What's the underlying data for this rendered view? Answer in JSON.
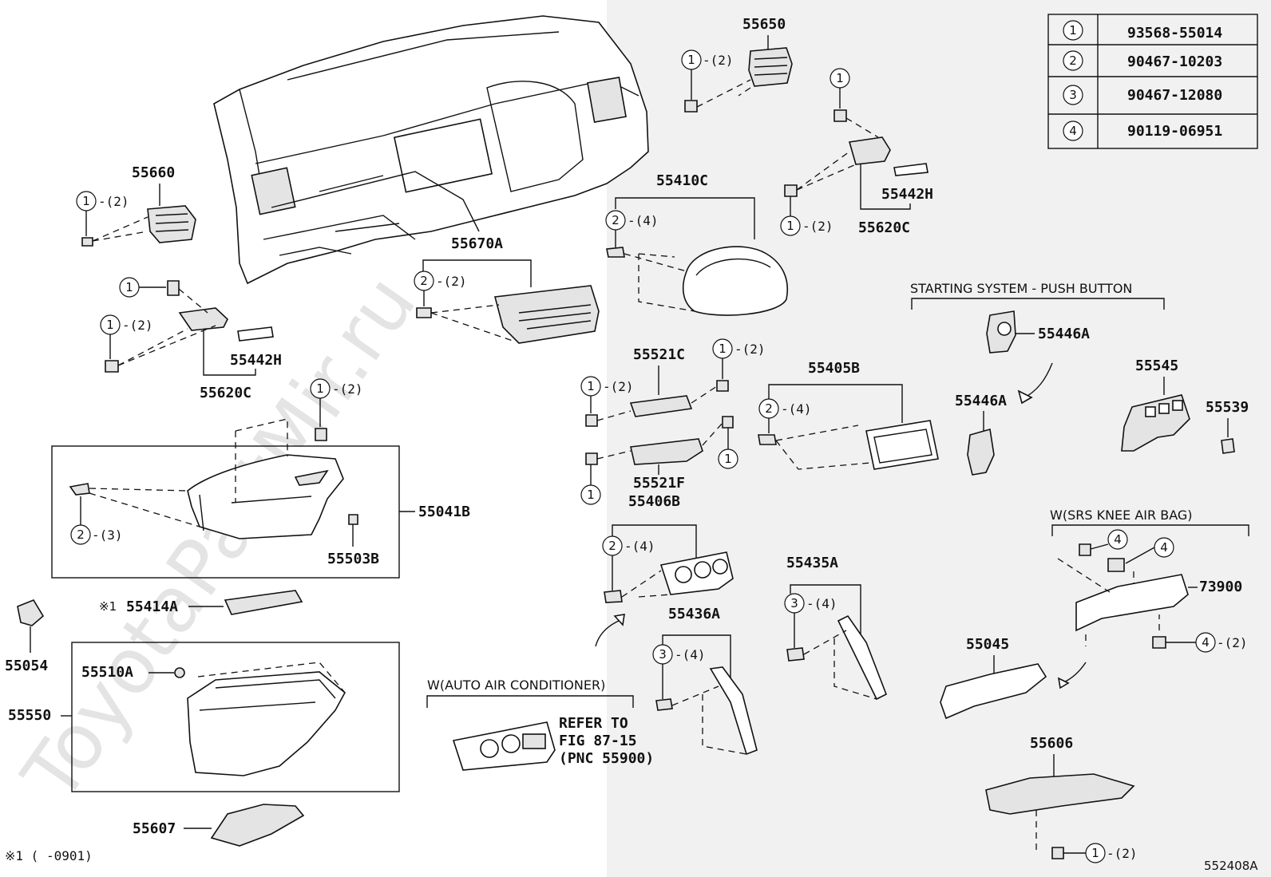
{
  "diagram_id": "552408A",
  "watermark": "ToyotaPartMir.ru",
  "legend_table": [
    {
      "ref": "1",
      "part": "93568-55014"
    },
    {
      "ref": "2",
      "part": "90467-10203"
    },
    {
      "ref": "3",
      "part": "90467-12080"
    },
    {
      "ref": "4",
      "part": "90119-06951"
    }
  ],
  "parts": {
    "p55650": "55650",
    "p55660": "55660",
    "p55410C": "55410C",
    "p55670A": "55670A",
    "p55442H_left": "55442H",
    "p55620C_left": "55620C",
    "p55442H_right": "55442H",
    "p55620C_right": "55620C",
    "p55521C": "55521C",
    "p55521F": "55521F",
    "p55405B": "55405B",
    "p55446A_top": "55446A",
    "p55446A_bottom": "55446A",
    "p55545": "55545",
    "p55539": "55539",
    "p55041B": "55041B",
    "p55503B": "55503B",
    "p55414A": "55414A",
    "p55054": "55054",
    "p55510A": "55510A",
    "p55550": "55550",
    "p55607": "55607",
    "p55406B": "55406B",
    "p55436A": "55436A",
    "p55435A": "55435A",
    "p73900": "73900",
    "p55045": "55045",
    "p55606": "55606"
  },
  "groups": {
    "starting_system": "STARTING SYSTEM - PUSH BUTTON",
    "srs_knee": "W(SRS KNEE AIR BAG)",
    "auto_ac": "W(AUTO AIR CONDITIONER)"
  },
  "refer": {
    "line1": "REFER TO",
    "line2": "FIG 87-15",
    "line3": "(PNC 55900)"
  },
  "note_mark": "※1",
  "footnote": "※1 (      -0901)",
  "callouts": {
    "n1": "1",
    "n2": "2",
    "n3": "3",
    "n4": "4",
    "q2": "-(2)",
    "q3": "-(3)",
    "q4": "-(4)"
  }
}
